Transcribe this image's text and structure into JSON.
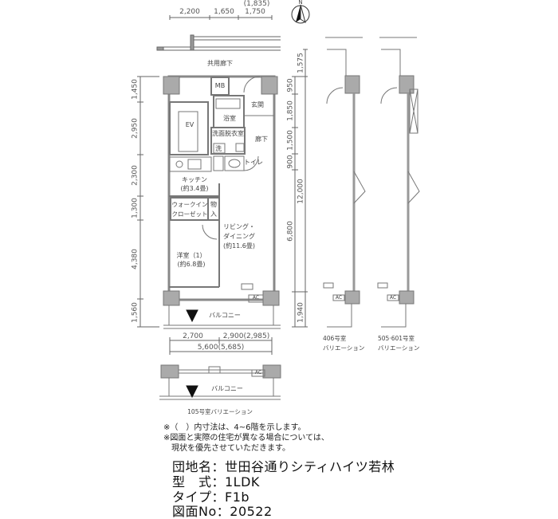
{
  "dimensions_top": {
    "d1": "2,200",
    "d2": "1,650",
    "d3": "1,750",
    "d3_alt": "(1,835)"
  },
  "north_label": "N",
  "corridor_label": "共用廊下",
  "dimensions_left": [
    "1,450",
    "2,950",
    "2,300",
    "1,300",
    "4,380",
    "1,560"
  ],
  "dimensions_right_inner": [
    "950",
    "1,850",
    "1,500",
    "900",
    "6,800",
    "1,940"
  ],
  "dimensions_right_outer": [
    "1,575",
    "12,000"
  ],
  "rooms": {
    "mb": "MB",
    "ev": "EV",
    "entrance": "玄関",
    "bath": "浴室",
    "washroom": "洗面脱衣室",
    "hallway": "廊下",
    "washer": "洗",
    "toilet": "トイレ",
    "kitchen": "キッチン",
    "kitchen_size": "(約3.4畳)",
    "wic_1": "ウォークイン",
    "wic_2": "クローゼット",
    "storage_1": "物",
    "storage_2": "入",
    "living_1": "リビング・",
    "living_2": "ダイニング",
    "living_size": "(約11.6畳)",
    "bedroom": "洋室（1）",
    "bedroom_size": "(約6.8畳)",
    "ac": "AC",
    "balcony": "バルコニー"
  },
  "dimensions_bottom": {
    "d1": "2,700",
    "d2": "2,900(2,985)",
    "total": "5,600(5,685)"
  },
  "variations": {
    "v105": {
      "ac": "AC",
      "balcony": "バルコニー",
      "label": "105号室バリエーション"
    },
    "v406": {
      "ac": "AC",
      "label1": "406号室",
      "label2": "バリエーション"
    },
    "v505": {
      "ac": "AC",
      "label1": "505·601号室",
      "label2": "バリエーション"
    }
  },
  "notes": [
    "※（　）内寸法は、4~6階を示します。",
    "※図面と実際の住宅が異なる場合については、",
    "　現状を優先させていただきます。"
  ],
  "info": {
    "complex": "団地名：世田谷通りシティハイツ若林",
    "model": "型　式：1LDK",
    "type": "タイプ：F1b",
    "drawing_no": "図面No：20522"
  }
}
